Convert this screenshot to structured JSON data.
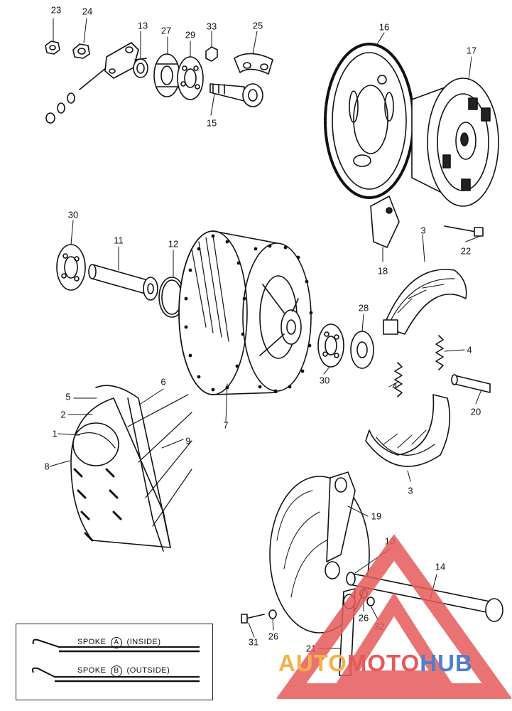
{
  "callouts": [
    "23",
    "24",
    "13",
    "27",
    "29",
    "33",
    "25",
    "16",
    "17",
    "15",
    "30",
    "11",
    "12",
    "3",
    "22",
    "18",
    "28",
    "4",
    "4",
    "30",
    "20",
    "7",
    "6",
    "5",
    "2",
    "1",
    "9",
    "8",
    "3",
    "19",
    "10",
    "14",
    "26",
    "32",
    "31",
    "26",
    "21"
  ],
  "legend": {
    "spoke_a_word": "SPOKE",
    "spoke_a_letter": "A",
    "spoke_a_note": "(INSIDE)",
    "spoke_b_word": "SPOKE",
    "spoke_b_letter": "B",
    "spoke_b_note": "(OUTSIDE)"
  },
  "watermark": {
    "part1": "AUTO",
    "part2": "MOTO",
    "part3": "HUB",
    "colors": {
      "auto": "#f2b347",
      "moto": "#e55a5a",
      "hub": "#4d7fd1",
      "triangle": "#e55a5a"
    }
  }
}
